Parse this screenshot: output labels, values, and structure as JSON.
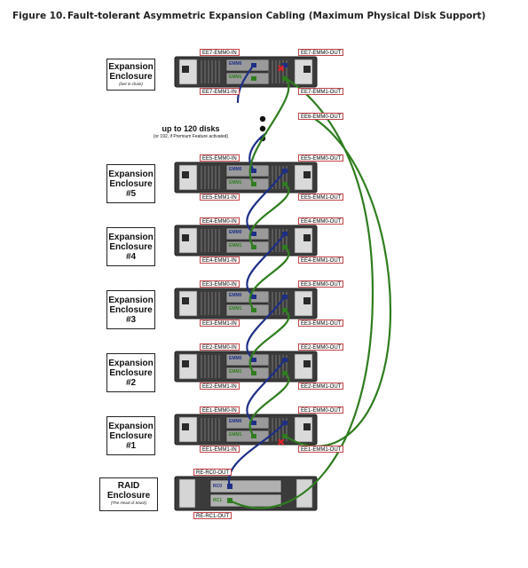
{
  "caption": {
    "figure_number": "Figure 10.",
    "title": "Fault-tolerant Asymmetric Expansion Cabling (Maximum Physical Disk Support)"
  },
  "capacity_note": {
    "main": "up to 120 disks",
    "sub": "(or 192, if Premium Feature activated)"
  },
  "enclosures": [
    {
      "id": "last",
      "label_lines": [
        "Expansion",
        "Enclosure"
      ],
      "sublabel": "(last in chain)",
      "module_top": "EMM0",
      "module_bottom": "EMM1",
      "tags": {
        "top_in": "EE7-EMM0-IN",
        "top_out": "EE7-EMM0-OUT",
        "bot_in": "EE7-EMM1-IN",
        "bot_out": "EE7-EMM1-OUT"
      }
    },
    {
      "id": "ee5",
      "label_lines": [
        "Expansion",
        "Enclosure",
        "#5"
      ],
      "module_top": "EMM0",
      "module_bottom": "EMM1",
      "tags": {
        "top_in": "EE5-EMM0-IN",
        "top_out": "EE5-EMM0-OUT",
        "bot_in": "EE5-EMM1-IN",
        "bot_out": "EE5-EMM1-OUT"
      }
    },
    {
      "id": "ee4",
      "label_lines": [
        "Expansion",
        "Enclosure",
        "#4"
      ],
      "module_top": "EMM0",
      "module_bottom": "EMM1",
      "tags": {
        "top_in": "EE4-EMM0-IN",
        "top_out": "EE4-EMM0-OUT",
        "bot_in": "EE4-EMM1-IN",
        "bot_out": "EE4-EMM1-OUT"
      }
    },
    {
      "id": "ee3",
      "label_lines": [
        "Expansion",
        "Enclosure",
        "#3"
      ],
      "module_top": "EMM0",
      "module_bottom": "EMM1",
      "tags": {
        "top_in": "EE3-EMM0-IN",
        "top_out": "EE3-EMM0-OUT",
        "bot_in": "EE3-EMM1-IN",
        "bot_out": "EE3-EMM1-OUT"
      }
    },
    {
      "id": "ee2",
      "label_lines": [
        "Expansion",
        "Enclosure",
        "#2"
      ],
      "module_top": "EMM0",
      "module_bottom": "EMM1",
      "tags": {
        "top_in": "EE2-EMM0-IN",
        "top_out": "EE2-EMM0-OUT",
        "bot_in": "EE2-EMM1-IN",
        "bot_out": "EE2-EMM1-OUT"
      }
    },
    {
      "id": "ee1",
      "label_lines": [
        "Expansion",
        "Enclosure",
        "#1"
      ],
      "module_top": "EMM0",
      "module_bottom": "EMM1",
      "tags": {
        "top_in": "EE1-EMM0-IN",
        "top_out": "EE1-EMM0-OUT",
        "bot_in": "EE1-EMM1-IN",
        "bot_out": "EE1-EMM1-OUT"
      }
    }
  ],
  "extra_tag": "EE6-EMM0-OUT",
  "raid": {
    "label_lines": [
      "RAID",
      "Enclosure"
    ],
    "sublabel": "(The Head of Stack)",
    "module_top": "RC0",
    "module_bottom": "RC1",
    "tag_top": "RE-RC0-OUT",
    "tag_bottom": "RE-RC1-OUT"
  },
  "colors": {
    "blue_cable": "#1d2f86",
    "green_cable": "#2f7d1f",
    "tag_border": "#c2454a",
    "emm_top_text": "#1d2f86",
    "emm_bottom_text": "#2f7d1f",
    "disconnect_marker": "#d9242a"
  }
}
